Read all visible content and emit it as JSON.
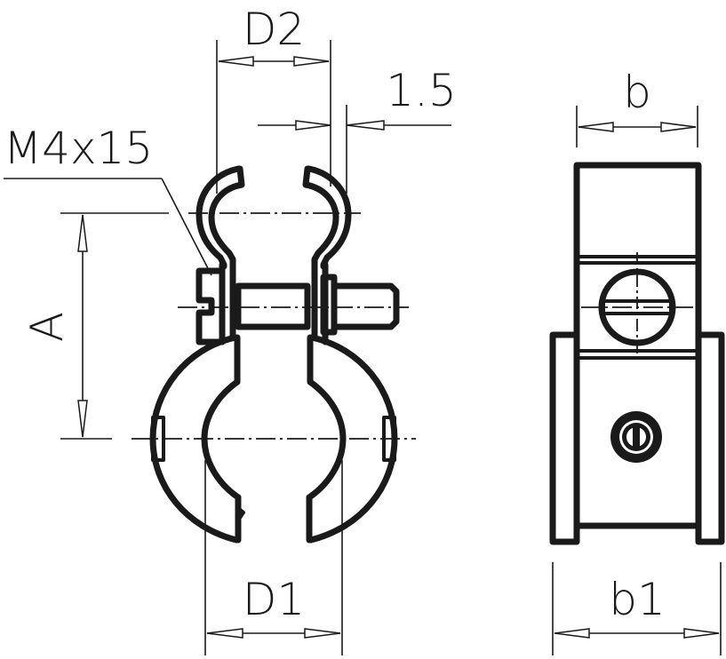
{
  "drawing": {
    "type": "technical-drawing",
    "subject": "pipe clamp with screw, front and side views",
    "colors": {
      "line": "#1a1a1a",
      "background": "#ffffff"
    },
    "dimensions": {
      "D2": "D2",
      "thickness": "1.5",
      "screw": "M4x15",
      "A": "A",
      "D1": "D1",
      "b": "b",
      "b1": "b1"
    },
    "views": [
      {
        "name": "front-view",
        "contains": [
          "upper clip",
          "screw M4x15",
          "lower ring"
        ]
      },
      {
        "name": "side-view",
        "contains": [
          "strap",
          "screw head",
          "rivet",
          "side flanges"
        ]
      }
    ]
  }
}
